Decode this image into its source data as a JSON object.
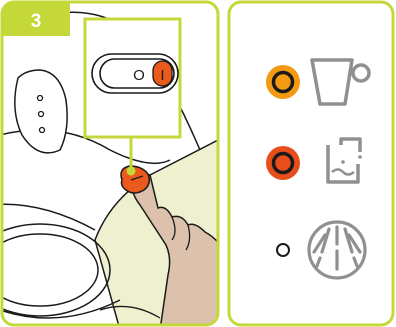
{
  "step": {
    "number": "3"
  },
  "power_switch": {
    "off_symbol": "O",
    "on_symbol": "I",
    "state": "on"
  },
  "indicators": [
    {
      "name": "cup-icon",
      "light_color": "#f39a12",
      "state": "lit"
    },
    {
      "name": "descale-icon",
      "light_color": "#e84d1c",
      "state": "lit"
    },
    {
      "name": "steam-nozzle-icon",
      "light_color": "#ffffff",
      "state": "off"
    }
  ],
  "colors": {
    "frame_green": "#c5d83a",
    "hand_skin": "#dcc2ad",
    "machine_pale_green": "#eef0cf",
    "icon_gray": "#909090",
    "button_orange": "#ea5a1c"
  }
}
